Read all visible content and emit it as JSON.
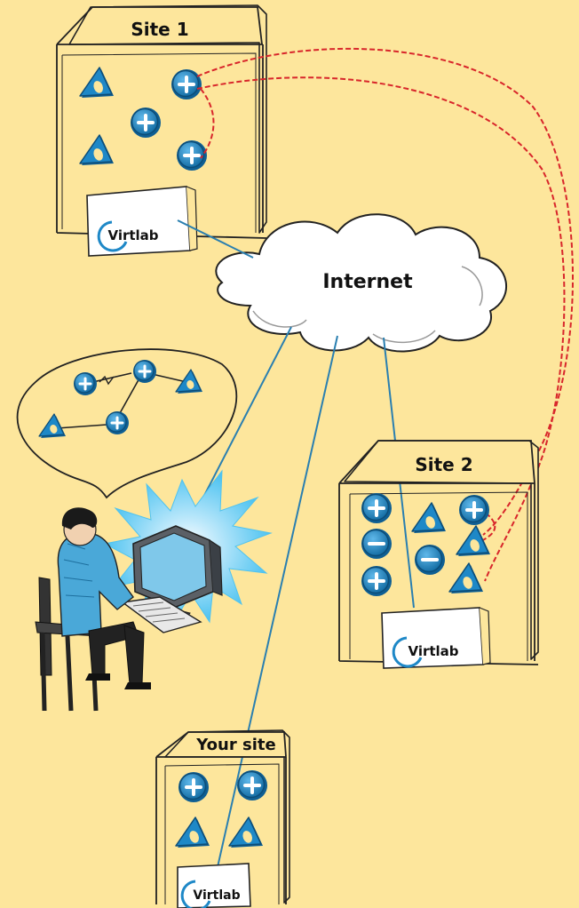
{
  "labels": {
    "site1": "Site 1",
    "site2": "Site 2",
    "your_site": "Your site",
    "internet": "Internet"
  },
  "virtlab": {
    "site1": "Virtlab",
    "site2": "Virtlab",
    "your_site": "Virtlab"
  },
  "colors": {
    "background": "#fde69c",
    "device_blue": "#1e88c7",
    "network_line": "#2a7fb0",
    "link_red": "#d8262b",
    "cloud": "#ffffff",
    "screen_glow": "#4fc3f0"
  },
  "icons": [
    "plus-node-icon",
    "minus-node-icon",
    "triangle-node-icon",
    "cloud-icon",
    "rack-icon",
    "computer-user-icon",
    "thought-bubble-icon"
  ]
}
